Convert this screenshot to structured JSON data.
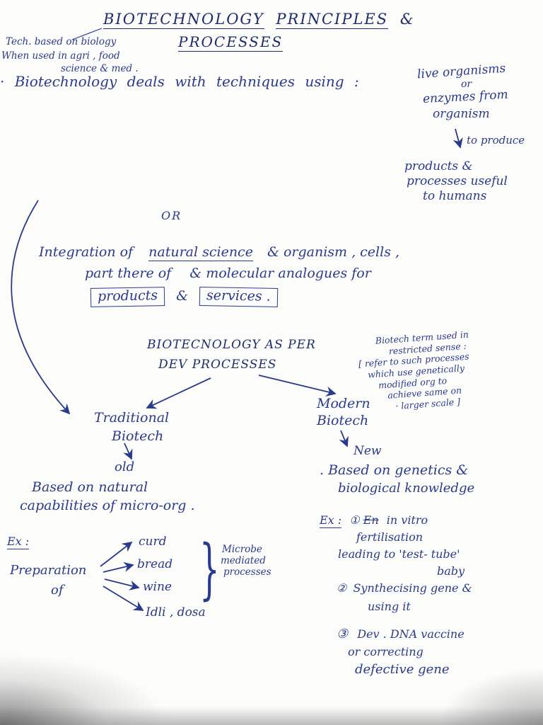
{
  "ink_color": "#2a3a8c",
  "title": {
    "part1": "BIOTECHNOLOGY",
    "part2": "PRINCIPLES",
    "amp": "&",
    "line2": "PROCESSES"
  },
  "margin_notes": {
    "tech": "Tech. based on biology",
    "when1": "When used in agri , food",
    "when2": "science & med ."
  },
  "intro": {
    "bullet": "· Biotechnology  deals  with  techniques  using :",
    "chain": {
      "l1": "live organisms",
      "l2": "or",
      "l3": "enzymes from",
      "l4": "organism",
      "l5": "to produce",
      "l6": "products &",
      "l7": "processes useful",
      "l8": "to humans"
    }
  },
  "or_divider": "OR",
  "integration": {
    "lead": "Integration  of",
    "underlined": "natural science",
    "rest1": "& organism , cells ,",
    "line2a": "part there of",
    "line2b": "& molecular analogues for",
    "box1": "products",
    "amp": "&",
    "box2": "services ."
  },
  "classification": {
    "heading1": "BIOTECNOLOGY  AS  PER",
    "heading2": "DEV  PROCESSES"
  },
  "side_note": {
    "l1": "Biotech term used in",
    "l2": "restricted sense :",
    "l3": "[ refer  to  such  processes",
    "l4": "which  use  genetically",
    "l5": "modified  org  to",
    "l6": "achieve  same  on",
    "l7": "· larger scale ]"
  },
  "traditional": {
    "name1": "Traditional",
    "name2": "Biotech",
    "age": "old",
    "desc1": "Based  on  natural",
    "desc2": "capabilities  of  micro-org .",
    "ex_label": "Ex :",
    "prep1": "Preparation",
    "prep2": "of",
    "items": [
      "curd",
      "bread",
      "wine",
      "Idli , dosa"
    ],
    "brace_note": {
      "l1": "Microbe",
      "l2": "mediated",
      "l3": "processes"
    }
  },
  "modern": {
    "name1": "Modern",
    "name2": "Biotech",
    "age": "New",
    "desc1": ". Based  on  genetics  &",
    "desc2": "biological  knowledge",
    "ex_label": "Ex :",
    "ex1_num": "①",
    "ex1_struck": "En",
    "ex1a": "in vitro",
    "ex1b": "fertilisation",
    "ex1c": "leading  to  'test- tube'",
    "ex1d": "baby",
    "ex2_num": "②",
    "ex2a": "Synthecising  gene &",
    "ex2b": "using it",
    "ex3_num": "③",
    "ex3a": "Dev .  DNA  vaccine",
    "ex3b": "or correcting",
    "ex3c": "defective gene"
  }
}
